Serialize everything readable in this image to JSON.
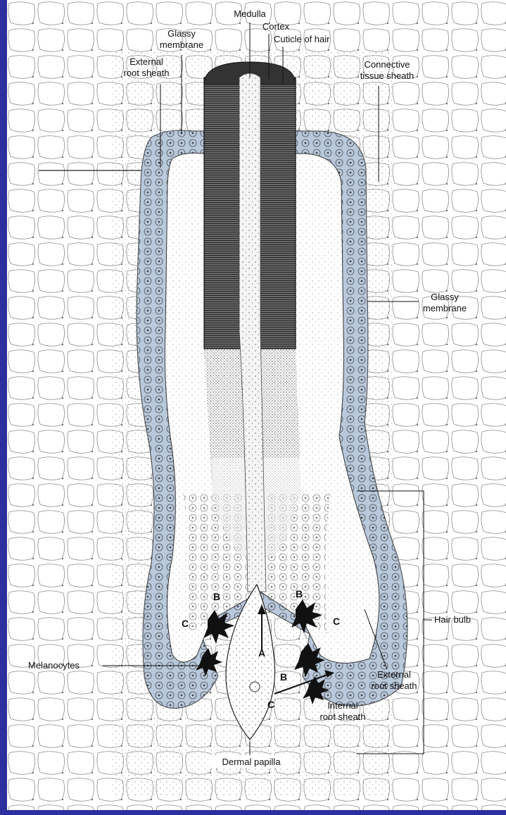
{
  "labels": {
    "medulla": "Medulla",
    "glassy_membrane_top": [
      "Glassy",
      "membrane"
    ],
    "cortex": "Cortex",
    "cuticle": "Cuticle of hair",
    "external_root_sheath_top": [
      "External",
      "root sheath"
    ],
    "connective_tissue_sheath": [
      "Connective",
      "tissue sheath"
    ],
    "glassy_membrane_right": [
      "Glassy",
      "membrane"
    ],
    "hair_bulb": "Hair bulb",
    "melanocytes": "Melanocytes",
    "external_root_sheath_bottom": [
      "External",
      "root sheath"
    ],
    "internal_root_sheath": [
      "Internal",
      "root sheath"
    ],
    "dermal_papilla": "Dermal papilla"
  },
  "letters": {
    "a": "A",
    "b": "B",
    "c": "C"
  },
  "colors": {
    "background_border": "#2d2f9e",
    "outer_sheath_fill": "#b9c9dc",
    "hair_shaft_dark": "#4a4a4a",
    "ink": "#111111"
  }
}
